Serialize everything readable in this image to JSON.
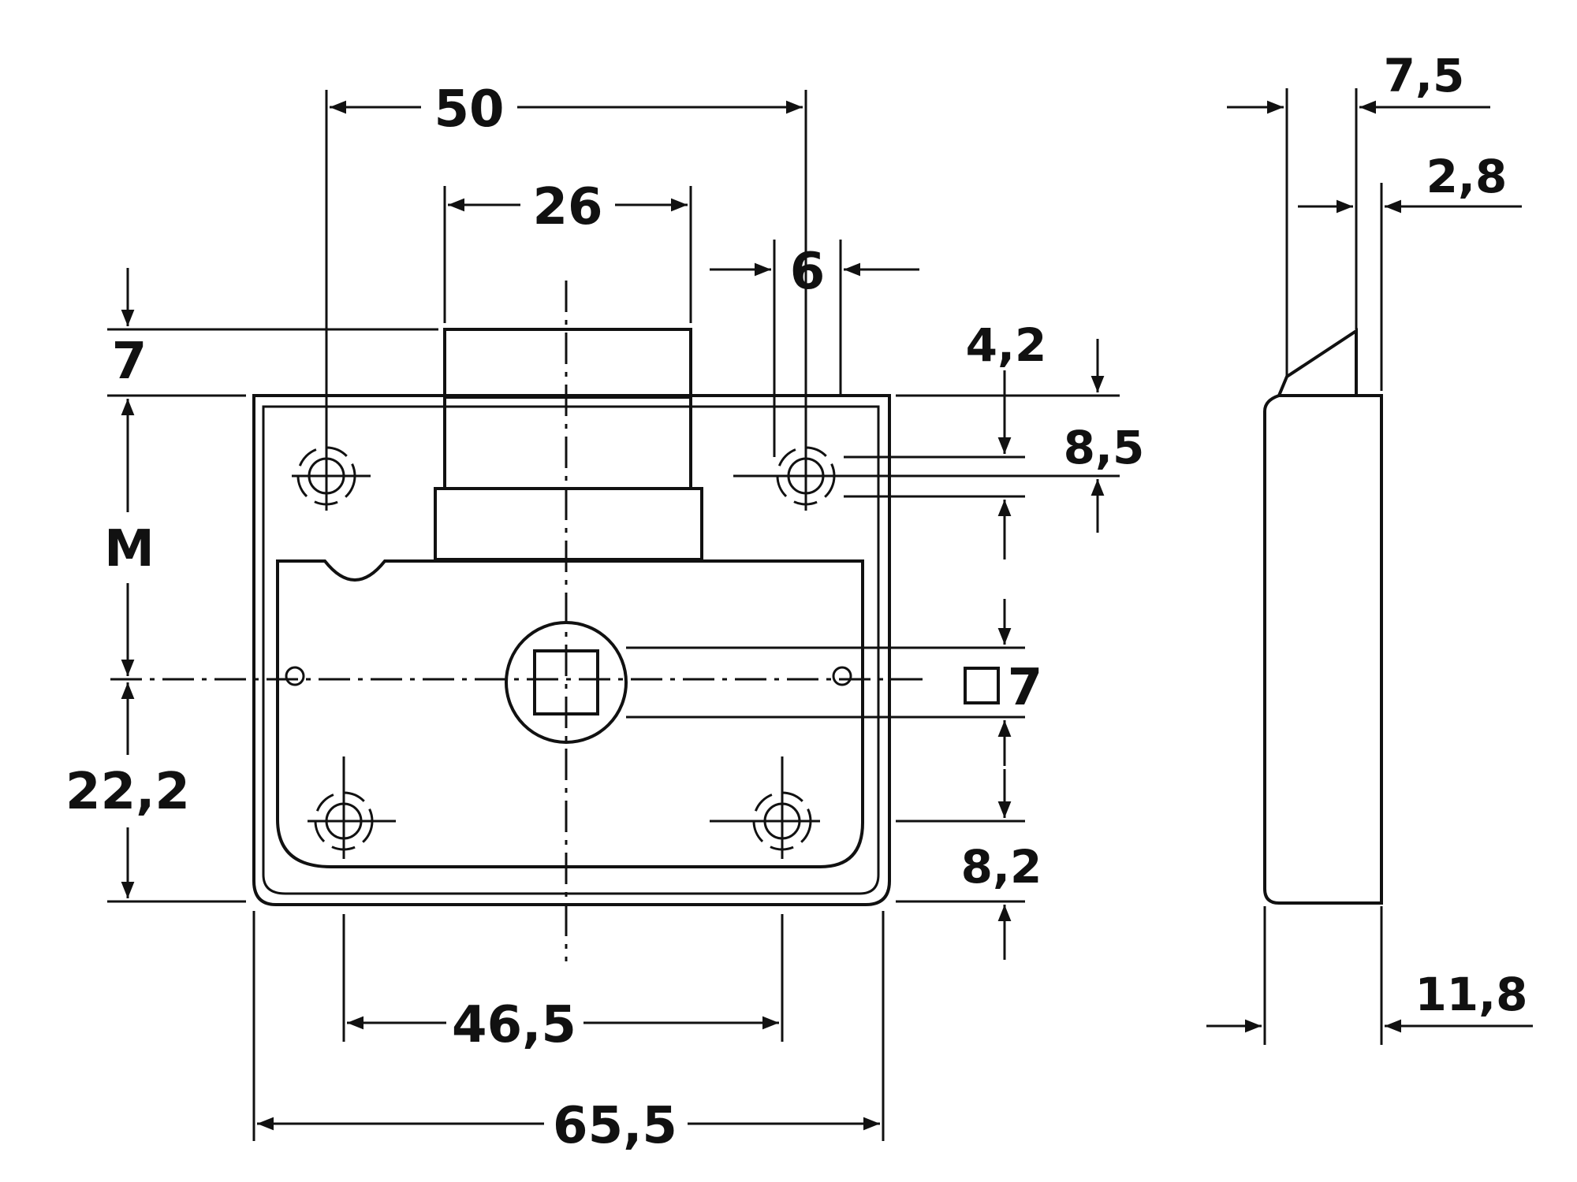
{
  "dimensions": {
    "width_50": "50",
    "width_26": "26",
    "width_6": "6",
    "height_7": "7",
    "height_M": "M",
    "height_22_2": "22,2",
    "offset_4_2": "4,2",
    "offset_8_5": "8,5",
    "square_7": "7",
    "offset_8_2": "8,2",
    "width_46_5": "46,5",
    "width_65_5": "65,5",
    "side_7_5": "7,5",
    "side_2_8": "2,8",
    "side_11_8": "11,8"
  },
  "colors": {
    "line": "#111111",
    "background": "#ffffff"
  }
}
